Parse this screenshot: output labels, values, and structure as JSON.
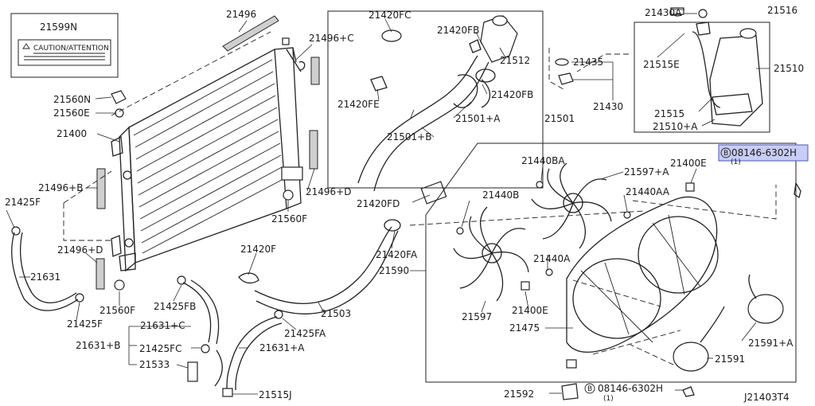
{
  "diagram": {
    "diagram_code": "J21403T4",
    "caution_label": {
      "part": "21599N",
      "text": "CAUTION/ATTENTION"
    },
    "highlighted_callout": {
      "prefix": "B",
      "part": "08146-6302H",
      "qty": "(1)"
    },
    "bottom_callout": {
      "prefix": "B",
      "part": "08146-6302H",
      "qty": "(1)"
    },
    "labels": {
      "p21496": "21496",
      "p21496c": "21496+C",
      "p21420fc": "21420FC",
      "p21420fb_top": "21420FB",
      "p21512": "21512",
      "p21430a": "21430A",
      "p21516": "21516",
      "p21515e": "21515E",
      "p21510": "21510",
      "p21435": "21435",
      "p21430": "21430",
      "p21515": "21515",
      "p21510a": "21510+A",
      "p21560n": "21560N",
      "p21560e": "21560E",
      "p21400": "21400",
      "p21420fe": "21420FE",
      "p21420fb_mid": "21420FB",
      "p21501a": "21501+A",
      "p21501": "21501",
      "p21501b": "21501+B",
      "p21440ba": "21440BA",
      "p21597a": "21597+A",
      "p21400e_top": "21400E",
      "p21496b": "21496+B",
      "p21496d_mid": "21496+D",
      "p21440aa": "21440AA",
      "p21440b": "21440B",
      "p21425f_top": "21425F",
      "p21420fd": "21420FD",
      "p21560f_top": "21560F",
      "p21420f": "21420F",
      "p21496d_low": "21496+D",
      "p21420fa": "21420FA",
      "p21440a": "21440A",
      "p21631": "21631",
      "p21590": "21590",
      "p21560f_low": "21560F",
      "p21425fb": "21425FB",
      "p21503": "21503",
      "p21400e_low": "21400E",
      "p21597": "21597",
      "p21425f_low": "21425F",
      "p21631c": "21631+C",
      "p21425fa": "21425FA",
      "p21475": "21475",
      "p21591a": "21591+A",
      "p21631b": "21631+B",
      "p21425fc": "21425FC",
      "p21631a": "21631+A",
      "p21591": "21591",
      "p21533": "21533",
      "p21515j": "21515J",
      "p21592": "21592"
    }
  }
}
